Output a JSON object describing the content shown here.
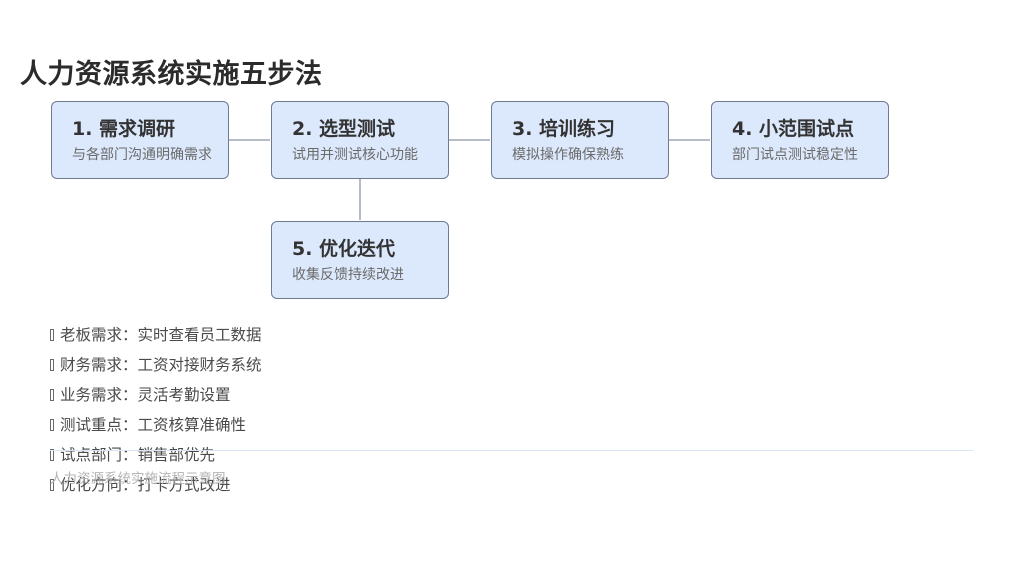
{
  "title": "人力资源系统实施五步法",
  "steps": [
    {
      "title": "1. 需求调研",
      "desc": "与各部门沟通明确需求"
    },
    {
      "title": "2. 选型测试",
      "desc": "试用并测试核心功能"
    },
    {
      "title": "3. 培训练习",
      "desc": "模拟操作确保熟练"
    },
    {
      "title": "4. 小范围试点",
      "desc": "部门试点测试稳定性"
    },
    {
      "title": "5. 优化迭代",
      "desc": "收集反馈持续改进"
    }
  ],
  "notes": [
    "老板需求：实时查看员工数据",
    "财务需求：工资对接财务系统",
    "业务需求：灵活考勤设置",
    "测试重点：工资核算准确性",
    "试点部门：销售部优先",
    "优化方向：打卡方式改进"
  ],
  "caption": "人力资源系统实施流程示意图",
  "colors": {
    "box_fill": "#dce8fb",
    "box_border": "#6f7b8f",
    "connector": "#6f7b8f",
    "divider": "#d8e6f3"
  }
}
